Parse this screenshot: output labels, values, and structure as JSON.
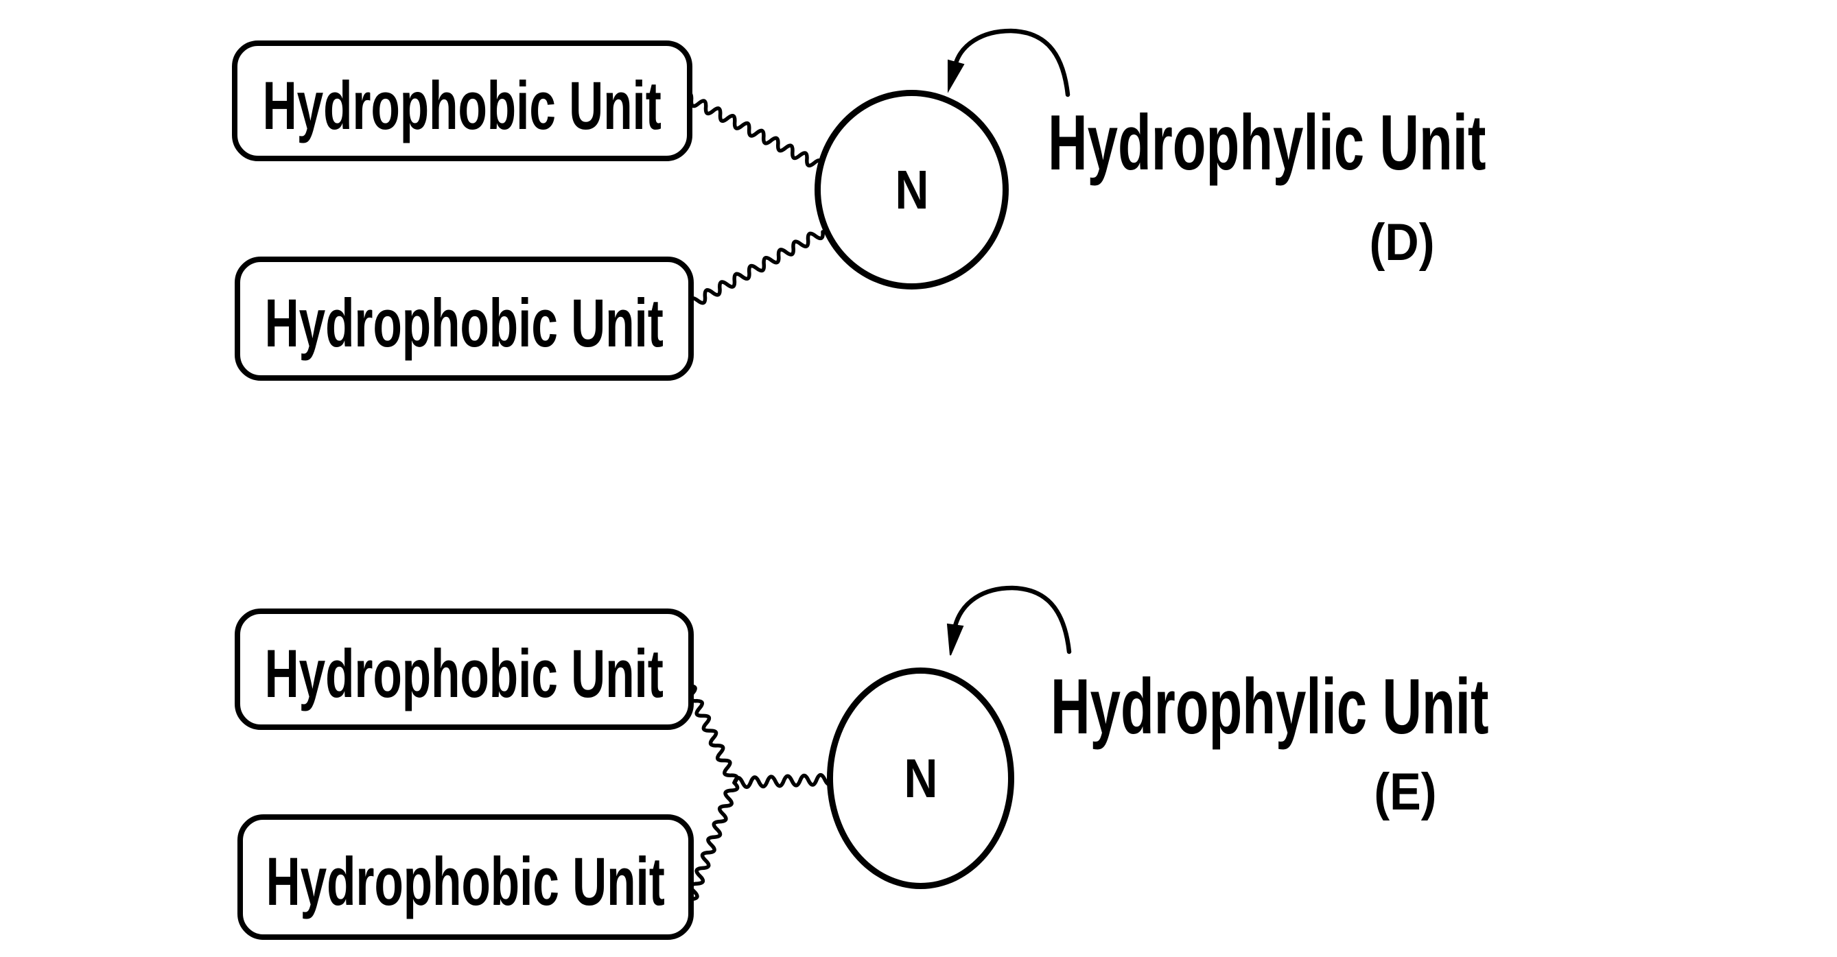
{
  "figure": {
    "background": "#ffffff",
    "ink": "#000000",
    "panels": [
      {
        "id": "D",
        "panel_label": "(D)",
        "boxes": {
          "top": "Hydrophobic Unit",
          "bottom": "Hydrophobic Unit"
        },
        "node_label": "N",
        "hydrophilic_label": "Hydrophylic Unit"
      },
      {
        "id": "E",
        "panel_label": "(E)",
        "boxes": {
          "top": "Hydrophobic Unit",
          "bottom": "Hydrophobic Unit"
        },
        "node_label": "N",
        "hydrophilic_label": "Hydrophylic Unit"
      }
    ]
  }
}
